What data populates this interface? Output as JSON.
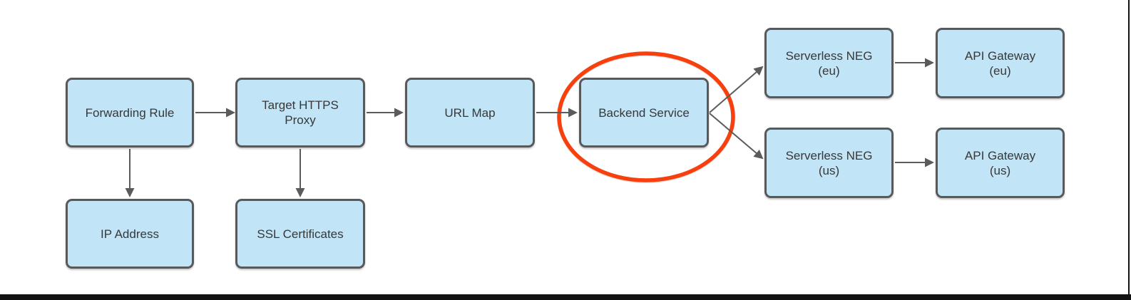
{
  "diagram": {
    "type": "flowchart",
    "description": "Load balancer architecture diagram with Backend Service circled in red",
    "nodes": [
      {
        "id": "forwarding-rule",
        "label": "Forwarding Rule"
      },
      {
        "id": "target-https-proxy",
        "label": "Target HTTPS\nProxy"
      },
      {
        "id": "url-map",
        "label": "URL Map"
      },
      {
        "id": "backend-service",
        "label": "Backend Service",
        "highlighted": true
      },
      {
        "id": "serverless-neg-eu",
        "label": "Serverless NEG\n(eu)"
      },
      {
        "id": "api-gateway-eu",
        "label": "API Gateway\n(eu)"
      },
      {
        "id": "serverless-neg-us",
        "label": "Serverless NEG\n(us)"
      },
      {
        "id": "api-gateway-us",
        "label": "API Gateway\n(us)"
      },
      {
        "id": "ip-address",
        "label": "IP Address"
      },
      {
        "id": "ssl-certificates",
        "label": "SSL Certificates"
      }
    ],
    "edges": [
      {
        "from": "forwarding-rule",
        "to": "target-https-proxy",
        "direction": "right"
      },
      {
        "from": "target-https-proxy",
        "to": "url-map",
        "direction": "right"
      },
      {
        "from": "url-map",
        "to": "backend-service",
        "direction": "right"
      },
      {
        "from": "backend-service",
        "to": "serverless-neg-eu",
        "direction": "up-right"
      },
      {
        "from": "backend-service",
        "to": "serverless-neg-us",
        "direction": "down-right"
      },
      {
        "from": "serverless-neg-eu",
        "to": "api-gateway-eu",
        "direction": "right"
      },
      {
        "from": "serverless-neg-us",
        "to": "api-gateway-us",
        "direction": "right"
      },
      {
        "from": "forwarding-rule",
        "to": "ip-address",
        "direction": "down"
      },
      {
        "from": "target-https-proxy",
        "to": "ssl-certificates",
        "direction": "down"
      }
    ],
    "annotations": [
      {
        "type": "ellipse-highlight",
        "around": "backend-service"
      }
    ]
  },
  "colors": {
    "canvas_bg": "#ffffff",
    "node_fill": "#c1e4f7",
    "node_border": "#58595b",
    "node_text": "#383838",
    "arrow": "#5b5b5b",
    "highlight_ellipse": "#f7400d",
    "frame_line": "#121212"
  }
}
